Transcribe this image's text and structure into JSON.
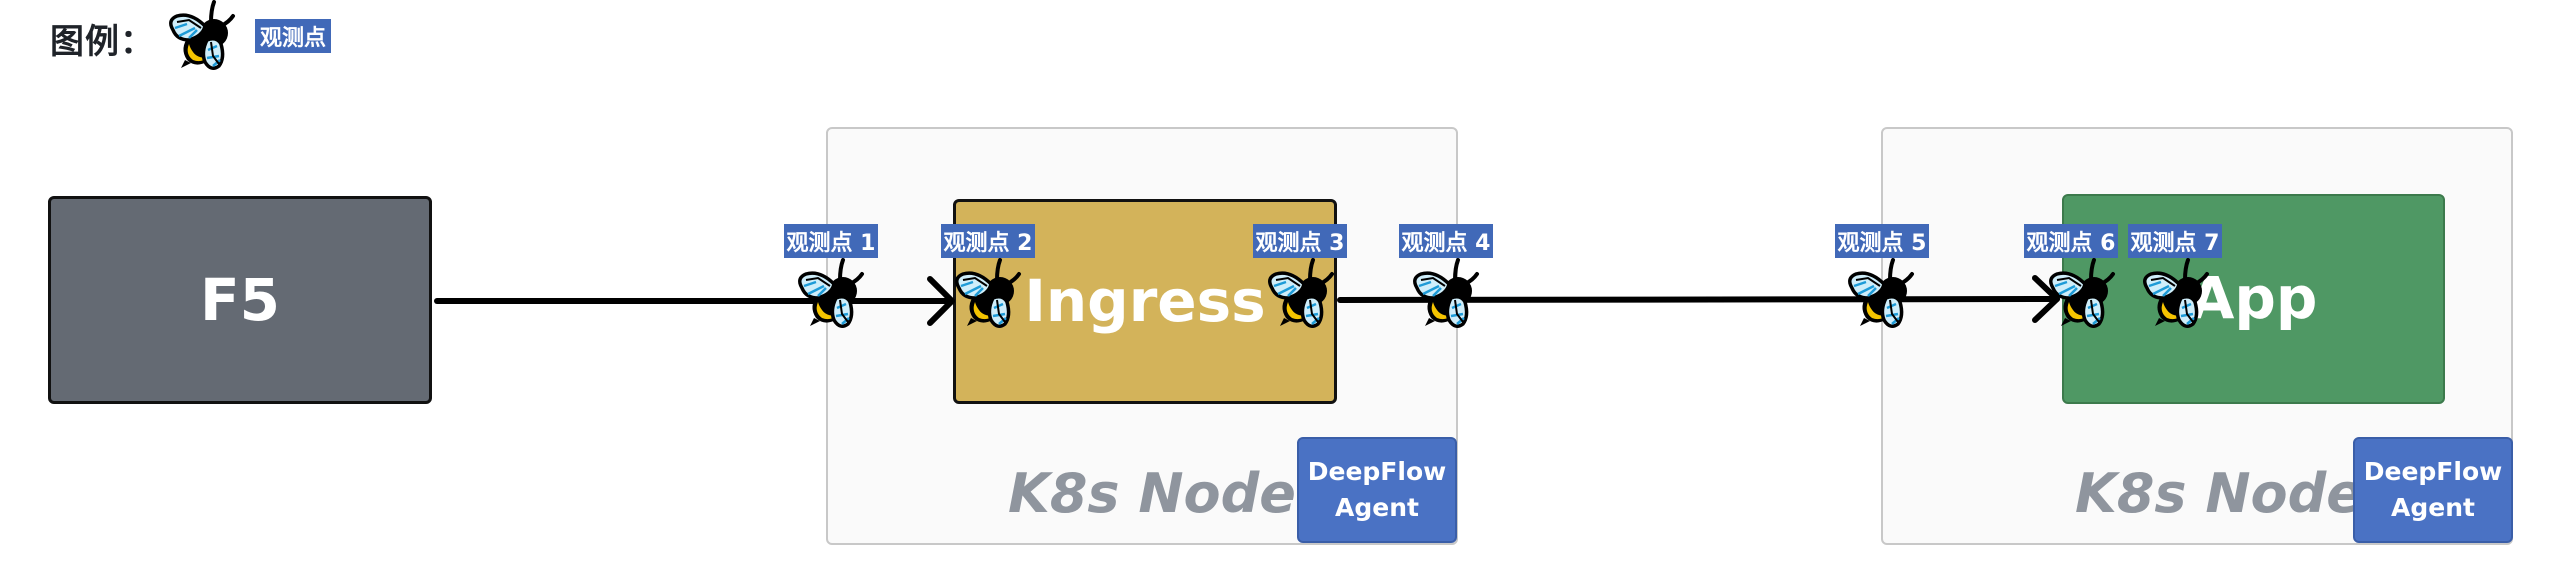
{
  "legend": {
    "title": "图例：",
    "icon": "bee-observation-icon",
    "label": "观测点"
  },
  "colors": {
    "tag": "#4169b8",
    "f5": "#646a73",
    "ingress": "#d3b35a",
    "app": "#4f9864",
    "agent": "#4a72c4",
    "k8s_label": "#8f959e"
  },
  "components": {
    "f5": {
      "label": "F5"
    },
    "ingress": {
      "label": "Ingress"
    },
    "app": {
      "label": "App"
    }
  },
  "nodes": [
    {
      "label": "K8s Node",
      "agent": {
        "line1": "DeepFlow",
        "line2": "Agent"
      }
    },
    {
      "label": "K8s Node",
      "agent": {
        "line1": "DeepFlow",
        "line2": "Agent"
      }
    }
  ],
  "observation_points": [
    {
      "label": "观测点 1"
    },
    {
      "label": "观测点 2"
    },
    {
      "label": "观测点 3"
    },
    {
      "label": "观测点 4"
    },
    {
      "label": "观测点 5"
    },
    {
      "label": "观测点 6"
    },
    {
      "label": "观测点 7"
    }
  ],
  "flow": [
    "F5",
    "Ingress",
    "App"
  ]
}
